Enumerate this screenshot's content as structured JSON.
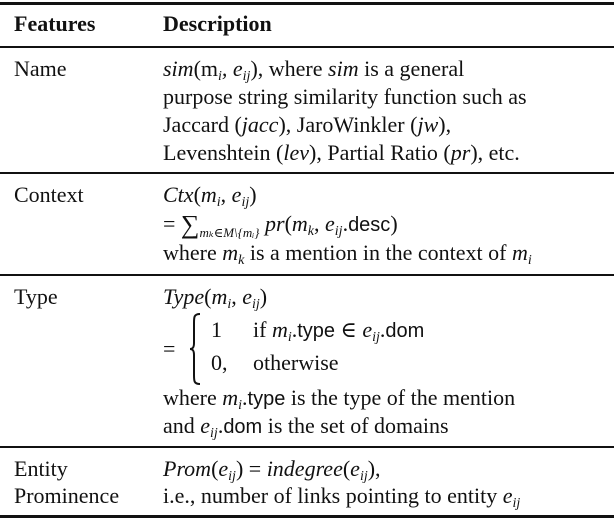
{
  "table": {
    "headers": [
      "Features",
      "Description"
    ],
    "rows": [
      {
        "feature": "Name",
        "lines": [
          {
            "math": "sim",
            "args": "(m",
            "sub1": "i",
            "mid": ", e",
            "sub2": "ij",
            "end": ")",
            "text": ", where ",
            "math2": "sim",
            "text2": " is a general"
          },
          "purpose string similarity function such as",
          {
            "t1": "Jaccard (",
            "m1": "jacc",
            "t2": "), JaroWinkler (",
            "m2": "jw",
            "t3": "),"
          },
          {
            "t1": "Levenshtein (",
            "m1": "lev",
            "t2": "), Partial Ratio (",
            "m2": "pr",
            "t3": "), etc."
          }
        ]
      },
      {
        "feature": "Context",
        "formula_name": "Ctx",
        "sum_sub": "mₖ∈M\\{mᵢ}",
        "sum_body_fn": "pr",
        "sum_body_field": "desc",
        "where_text": {
          "t1": "where ",
          "t2": " is a mention in the context of "
        }
      },
      {
        "feature": "Type",
        "formula_name": "Type",
        "case1_value": "1",
        "case1_cond_if": "if ",
        "case1_field": "type",
        "case1_in": " ∈ ",
        "case1_dom": "dom",
        "case2_value": "0,",
        "case2_cond": "otherwise",
        "where1": {
          "t1": "where ",
          "field": "type",
          "t2": " is the type of the mention"
        },
        "where2": {
          "t1": "and ",
          "field": "dom",
          "t2": " is the set of domains"
        }
      },
      {
        "feature_line1": "Entity",
        "feature_line2": "Prominence",
        "formula_lhs": "Prom",
        "formula_rhs": "indegree",
        "explain": "i.e., number of links pointing to entity "
      }
    ]
  }
}
